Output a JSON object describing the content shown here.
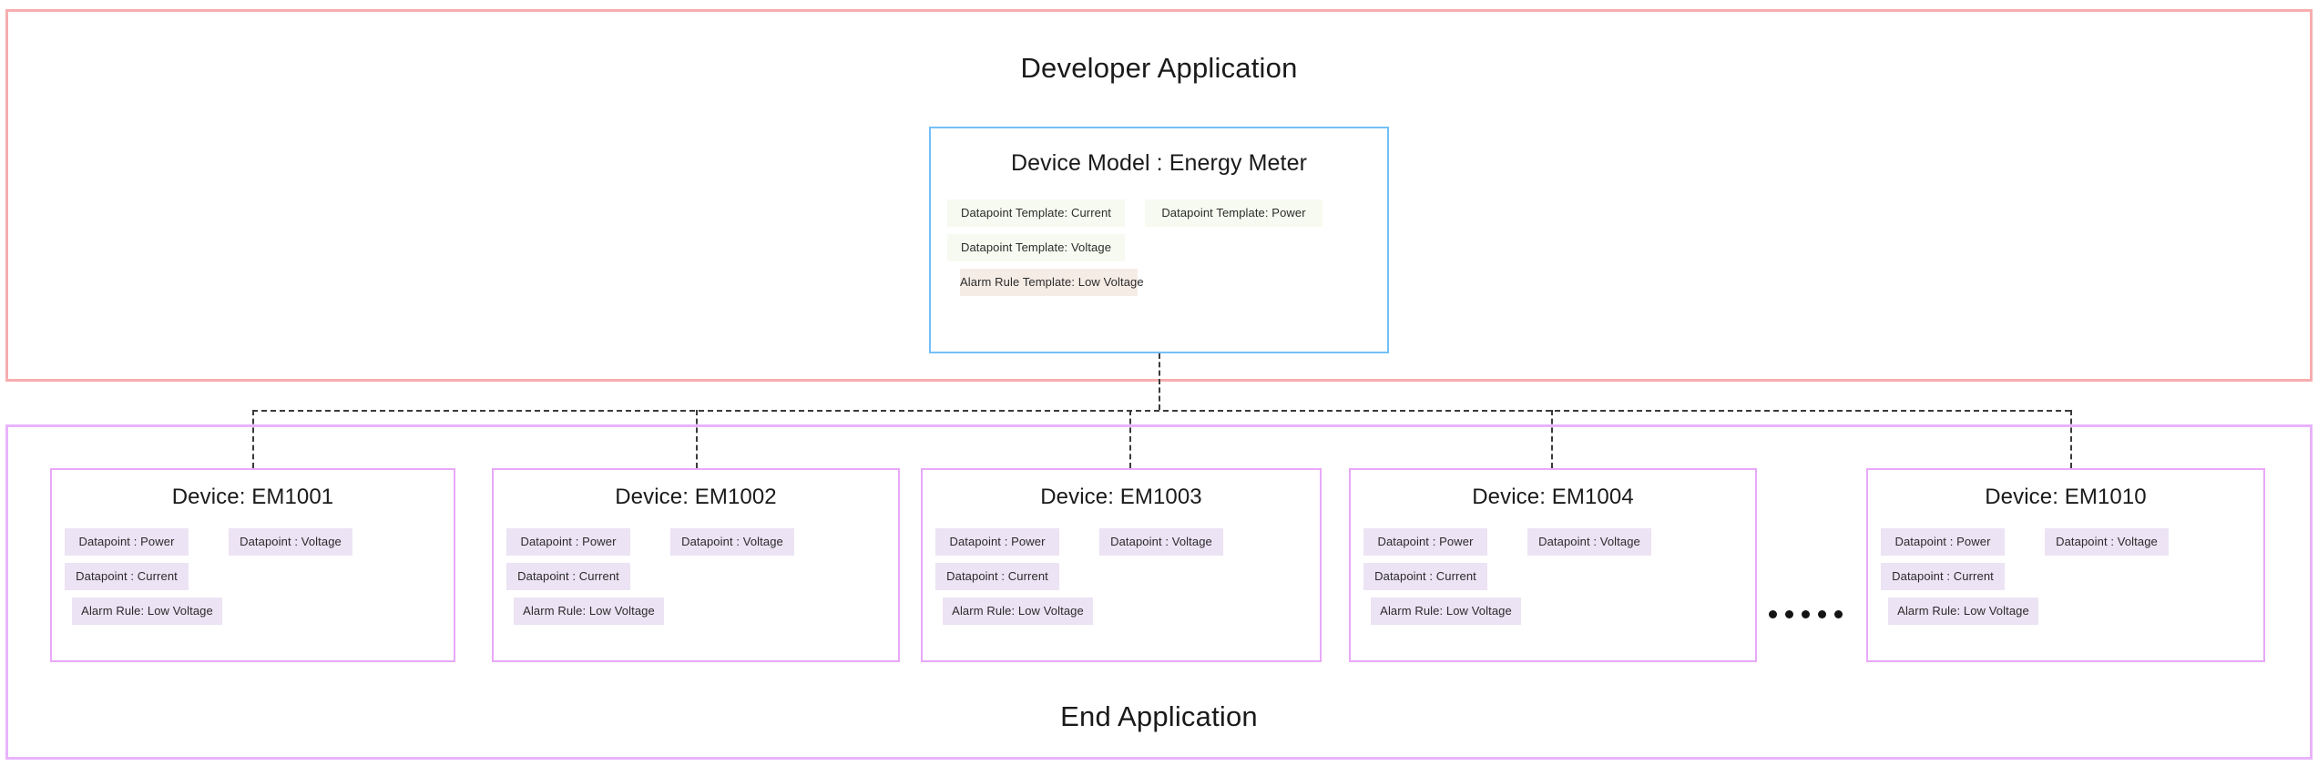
{
  "diagram": {
    "developer_region": {
      "title": "Developer Application",
      "border_color": "#f7adaf"
    },
    "end_region": {
      "title": "End Application",
      "border_color": "#e9b3fb"
    },
    "device_model": {
      "title": "Device Model : Energy Meter",
      "border_color": "#74c0f7",
      "datapoint_templates": [
        "Datapoint Template: Current",
        "Datapoint Template: Power",
        "Datapoint Template: Voltage"
      ],
      "alarm_rule_templates": [
        "Alarm Rule Template: Low Voltage"
      ],
      "datapoint_tag_color": "#f7faf0",
      "alarm_tag_color": "#f6ece6"
    },
    "devices": [
      {
        "title": "Device: EM1001",
        "datapoints": [
          "Datapoint : Power",
          "Datapoint : Voltage",
          "Datapoint : Current"
        ],
        "alarm_rules": [
          "Alarm Rule: Low Voltage"
        ]
      },
      {
        "title": "Device: EM1002",
        "datapoints": [
          "Datapoint : Power",
          "Datapoint : Voltage",
          "Datapoint : Current"
        ],
        "alarm_rules": [
          "Alarm Rule: Low Voltage"
        ]
      },
      {
        "title": "Device: EM1003",
        "datapoints": [
          "Datapoint : Power",
          "Datapoint : Voltage",
          "Datapoint : Current"
        ],
        "alarm_rules": [
          "Alarm Rule: Low Voltage"
        ]
      },
      {
        "title": "Device: EM1004",
        "datapoints": [
          "Datapoint : Power",
          "Datapoint : Voltage",
          "Datapoint : Current"
        ],
        "alarm_rules": [
          "Alarm Rule: Low Voltage"
        ]
      },
      {
        "title": "Device: EM1010",
        "datapoints": [
          "Datapoint : Power",
          "Datapoint : Voltage",
          "Datapoint : Current"
        ],
        "alarm_rules": [
          "Alarm Rule: Low Voltage"
        ]
      }
    ],
    "device_tag_color": "#ece3f4",
    "ellipsis_dot_count": 5,
    "connector_color": "#3b3b3b",
    "connector_style": "dashed"
  }
}
